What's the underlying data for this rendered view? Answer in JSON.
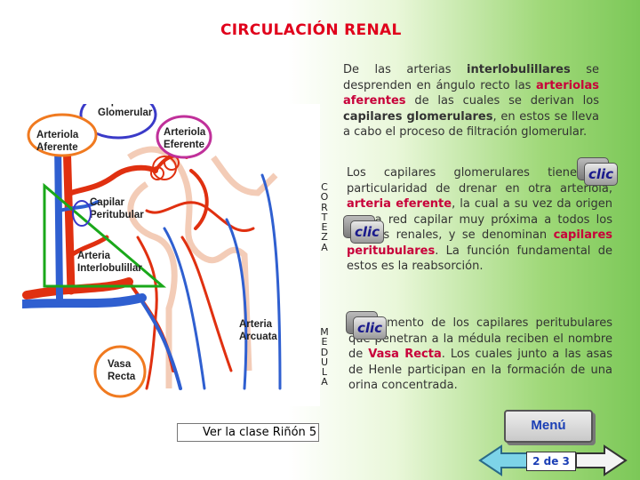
{
  "header": {
    "title": "CIRCULACIÓN RENAL"
  },
  "paragraphs": {
    "p1": {
      "a": "De las arterias ",
      "b": "interlobulillares",
      "c": " se desprenden en ángulo recto las ",
      "d": "arteriolas aferentes",
      "e": " de las cuales se derivan los ",
      "f": "capilares glomerulares",
      "g": ", en estos se lleva a cabo el proceso de filtración glomerular."
    },
    "p2": {
      "a": "Los capilares glomerulares tienen la particularidad de drenar en otra arteriola, ",
      "b": "arteria eferente",
      "c": ", la cual a su vez da origen a una red capilar muy próxima a todos los túbulos renales, y se denominan ",
      "d": "capilares peritubulares",
      "e": ". La función fundamental de estos es la reabsorción."
    },
    "p3": {
      "a": "El segmento de los capilares peritubulares que penetran a la médula  reciben el nombre de ",
      "b": "Vasa Recta",
      "c": ". Los cuales junto a las asas de Henle participan en la formación de una orina concentrada."
    }
  },
  "figure": {
    "labels": {
      "capilar_glomerular": "Capilar\nGlomerular",
      "arteriola_aferente": "Arteriola\nAferente",
      "arteriola_eferente": "Arteriola\nEferente",
      "capilar_peritubular": "Capilar\nPeritubular",
      "arteria_interlobulillar": "Arteria\nInterlobulillar",
      "arteria_arcuata": "Arteria\nArcuata",
      "vasa_recta": "Vasa\nRecta"
    },
    "corteza": "CORTEZA",
    "medula": "MEDULA",
    "colors": {
      "blue": "#2f5fd0",
      "red": "#e03010",
      "orange": "#f07a20",
      "magenta": "#c0309a",
      "green": "#1aa81a",
      "indigo": "#3a3ac8"
    }
  },
  "buttons": {
    "clic": "clic"
  },
  "footer": {
    "class_link": "Ver la clase Riñón 5",
    "menu": "Menú",
    "page": "2 de 3",
    "prev_icon": "arrow-left-icon",
    "next_icon": "arrow-right-icon"
  }
}
